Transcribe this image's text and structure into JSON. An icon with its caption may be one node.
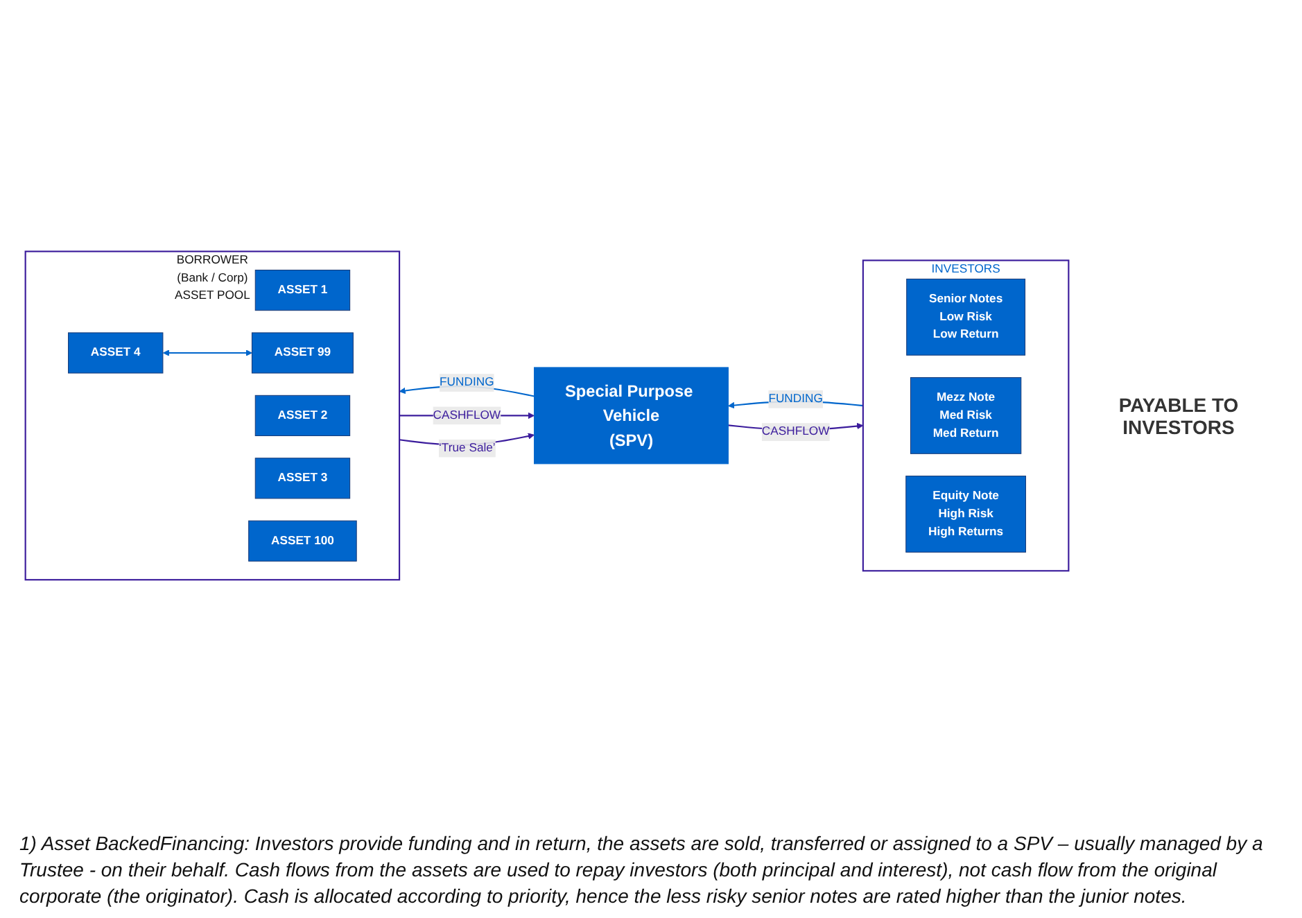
{
  "diagram": {
    "nodes": [
      {
        "text": [
          "BORROWER",
          "(Bank / Corp)",
          "ASSET POOL"
        ]
      },
      {
        "text": [
          "ASSET 1"
        ],
        "in": 0
      },
      {
        "text": [
          "ASSET 2"
        ],
        "in": 0
      },
      {
        "text": [
          "ASSET 3"
        ],
        "in": 0
      },
      {
        "text": [
          "ASSET 4"
        ],
        "in": 0
      },
      {
        "text": [
          "ASSET 99"
        ],
        "in": 0
      },
      {
        "text": [
          "ASSET 100"
        ],
        "in": 0
      },
      {
        "text": [
          "Special Purpose Vehicle",
          "(SPV)"
        ]
      },
      {
        "text": [
          "INVESTORS"
        ]
      },
      {
        "text": [
          "Senior Notes",
          "Low Risk",
          "Low Return"
        ],
        "in": 8
      },
      {
        "text": [
          "Mezz Note",
          "Med Risk",
          "Med Return"
        ],
        "in": 8
      },
      {
        "text": [
          "Equity Note",
          "High Risk",
          "High Returns"
        ],
        "in": 8
      }
    ],
    "edges": [
      {
        "from": 4,
        "to": 5,
        "arrow": "both",
        "color": "#0066cc"
      },
      {
        "from": 7,
        "to": 0,
        "label": "FUNDING",
        "arrow": "to",
        "color": "#0066cc"
      },
      {
        "from": 0,
        "to": 7,
        "label": "CASHFLOW",
        "arrow": "to",
        "color": "#3b1c9c"
      },
      {
        "from": 0,
        "to": 7,
        "label": "‘True Sale’",
        "arrow": "to",
        "color": "#3b1c9c"
      },
      {
        "from": 8,
        "to": 7,
        "label": "FUNDING",
        "arrow": "to",
        "color": "#0066cc"
      },
      {
        "from": 7,
        "to": 8,
        "label": "CASHFLOW",
        "arrow": "to",
        "color": "#3b1c9c"
      }
    ],
    "labels": [
      "PAYABLE TO INVESTORS"
    ],
    "caption": "1) Asset BackedFinancing: Investors provide funding and in return, the assets are sold, transferred or assigned to a SPV – usually managed by a Trustee - on their behalf. Cash flows from the assets are used to repay investors (both principal and interest), not cash flow from the original corporate (the originator). Cash is allocated according to priority, hence the less risky senior notes are rated higher than the junior notes."
  }
}
